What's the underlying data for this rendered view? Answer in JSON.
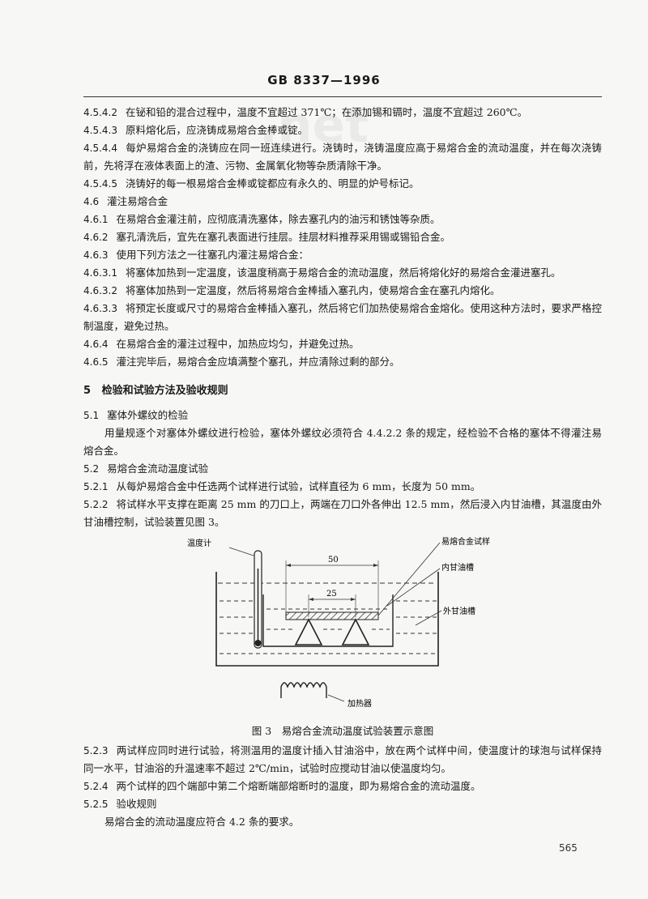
{
  "header": {
    "standard_code": "GB 8337—1996"
  },
  "paragraphs_a": [
    {
      "num": "4.5.4.2",
      "text": "在铋和铅的混合过程中，温度不宜超过 371℃；在添加锡和镉时，温度不宜超过 260℃。"
    },
    {
      "num": "4.5.4.3",
      "text": "原料熔化后，应浇铸成易熔合金棒或锭。"
    },
    {
      "num": "4.5.4.4",
      "text": "每炉易熔合金的浇铸应在同一班连续进行。浇铸时，浇铸温度应高于易熔合金的流动温度，并在每次浇铸前，先将浮在液体表面上的渣、污物、金属氧化物等杂质清除干净。"
    },
    {
      "num": "4.5.4.5",
      "text": "浇铸好的每一根易熔合金棒或锭都应有永久的、明显的炉号标记。"
    },
    {
      "num": "4.6",
      "text": "灌注易熔合金"
    },
    {
      "num": "4.6.1",
      "text": "在易熔合金灌注前，应彻底清洗塞体，除去塞孔内的油污和锈蚀等杂质。"
    },
    {
      "num": "4.6.2",
      "text": "塞孔清洗后，宜先在塞孔表面进行挂层。挂层材料推荐采用锡或锡铅合金。"
    },
    {
      "num": "4.6.3",
      "text": "使用下列方法之一往塞孔内灌注易熔合金："
    },
    {
      "num": "4.6.3.1",
      "text": "将塞体加热到一定温度，该温度稍高于易熔合金的流动温度，然后将熔化好的易熔合金灌进塞孔。"
    },
    {
      "num": "4.6.3.2",
      "text": "将塞体加热到一定温度，然后将易熔合金棒插入塞孔内，使易熔合金在塞孔内熔化。"
    },
    {
      "num": "4.6.3.3",
      "text": "将预定长度或尺寸的易熔合金棒插入塞孔，然后将它们加热使易熔合金熔化。使用这种方法时，要求严格控制温度，避免过热。"
    },
    {
      "num": "4.6.4",
      "text": "在易熔合金的灌注过程中，加热应均匀，并避免过热。"
    },
    {
      "num": "4.6.5",
      "text": "灌注完毕后，易熔合金应填满整个塞孔，并应清除过剩的部分。"
    }
  ],
  "section5": {
    "num": "5",
    "title": "检验和试验方法及验收规则"
  },
  "paragraphs_b": [
    {
      "num": "5.1",
      "text": "塞体外螺纹的检验"
    },
    {
      "num": "",
      "text": "用量规逐个对塞体外螺纹进行检验，塞体外螺纹必须符合 4.4.2.2 条的规定，经检验不合格的塞体不得灌注易熔合金。",
      "indent": true
    },
    {
      "num": "5.2",
      "text": "易熔合金流动温度试验"
    },
    {
      "num": "5.2.1",
      "text": "从每炉易熔合金中任选两个试样进行试验，试样直径为 6 mm，长度为 50 mm。"
    },
    {
      "num": "5.2.2",
      "text": "将试样水平支撑在距离 25 mm 的刀口上，两端在刀口外各伸出 12.5 mm，然后浸入内甘油槽，其温度由外甘油槽控制，试验装置见图 3。"
    }
  ],
  "figure": {
    "caption": "图 3　易熔合金流动温度试验装置示意图",
    "labels": {
      "thermometer": "温度计",
      "sample": "易熔合金试样",
      "inner_tank": "内甘油槽",
      "outer_tank": "外甘油槽",
      "heater": "加热器",
      "dim_50": "50",
      "dim_25": "25"
    }
  },
  "paragraphs_c": [
    {
      "num": "5.2.3",
      "text": "两试样应同时进行试验，将测温用的温度计插入甘油浴中，放在两个试样中间，使温度计的球泡与试样保持同一水平，甘油浴的升温速率不超过 2℃/min，试验时应搅动甘油以使温度均匀。"
    },
    {
      "num": "5.2.4",
      "text": "两个试样的四个端部中第二个熔断端部熔断时的温度，即为易熔合金的流动温度。"
    },
    {
      "num": "5.2.5",
      "text": "验收规则"
    },
    {
      "num": "",
      "text": "易熔合金的流动温度应符合 4.2 条的要求。",
      "indent": true
    }
  ],
  "page_number": "565"
}
